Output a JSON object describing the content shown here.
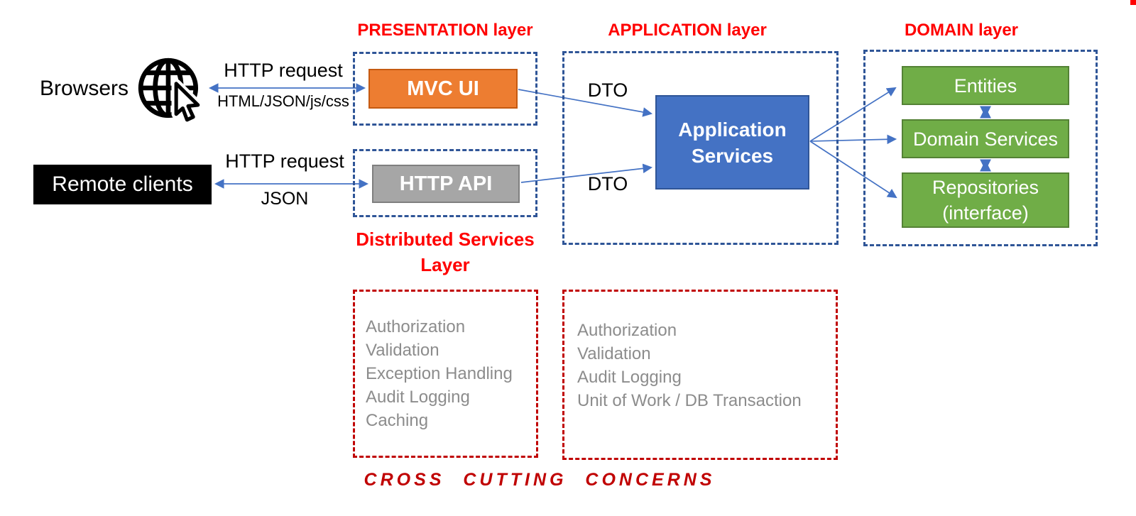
{
  "layers": {
    "presentation": "PRESENTATION layer",
    "application": "APPLICATION layer",
    "domain": "DOMAIN layer",
    "distributed_line1": "Distributed Services",
    "distributed_line2": "Layer"
  },
  "actors": {
    "browsers": "Browsers",
    "remote_clients": "Remote clients"
  },
  "components": {
    "mvc_ui": "MVC UI",
    "http_api": "HTTP API",
    "application_services": "Application Services",
    "entities": "Entities",
    "domain_services": "Domain Services",
    "repositories_line1": "Repositories",
    "repositories_line2": "(interface)"
  },
  "connection_labels": {
    "http_request_browser": "HTTP request",
    "http_response_browser": "HTML/JSON/js/css",
    "http_request_remote": "HTTP request",
    "json_remote": "JSON",
    "dto_mvc": "DTO",
    "dto_api": "DTO"
  },
  "cross_cutting": {
    "title": "CROSS CUTTING CONCERNS",
    "presentation_concerns": [
      "Authorization",
      "Validation",
      "Exception Handling",
      "Audit Logging",
      "Caching"
    ],
    "application_concerns": [
      "Authorization",
      "Validation",
      "Audit Logging",
      "Unit of Work / DB Transaction"
    ]
  },
  "icons": {
    "browsers": "globe-cursor-icon"
  },
  "colors": {
    "layer_label_red": "#FF0000",
    "cross_cutting_red": "#C00000",
    "dashed_blue": "#2F5597",
    "arrow_blue": "#4472C4",
    "orange_fill": "#ED7D31",
    "orange_border": "#C55A11",
    "gray_fill": "#A6A6A6",
    "gray_border": "#7F7F7F",
    "blue_fill": "#4472C4",
    "green_fill": "#70AD47",
    "green_border": "#548235",
    "black_fill": "#000000",
    "list_text_gray": "#8C8C8C"
  }
}
